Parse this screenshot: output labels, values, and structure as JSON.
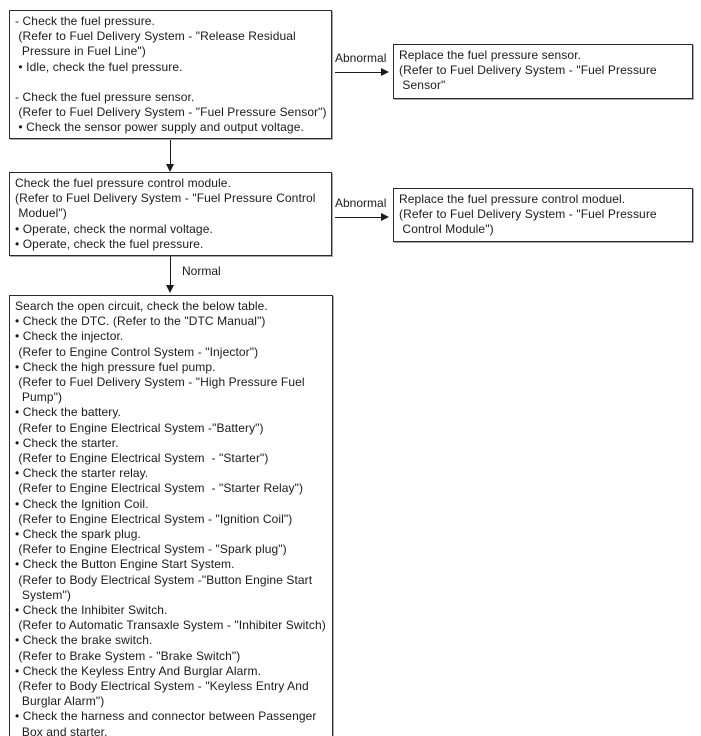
{
  "flowchart": {
    "steps": {
      "step1": {
        "lines": [
          "- Check the fuel pressure.",
          " (Refer to Fuel Delivery System - \"Release Residual",
          "  Pressure in Fuel Line\")",
          " • Idle, check the fuel pressure.",
          "",
          "- Check the fuel pressure sensor.",
          " (Refer to Fuel Delivery System - \"Fuel Pressure Sensor\")",
          " • Check the sensor power supply and output voltage."
        ]
      },
      "step2": {
        "lines": [
          "Check the fuel pressure control module.",
          "(Refer to Fuel Delivery System - \"Fuel Pressure Control",
          " Moduel\")",
          "• Operate, check the normal voltage.",
          "• Operate, check the fuel pressure."
        ]
      },
      "step3": {
        "lines": [
          "Search the open circuit, check the below table.",
          "• Check the DTC. (Refer to the \"DTC Manual\")",
          "• Check the injector.",
          " (Refer to Engine Control System - \"Injector\")",
          "• Check the high pressure fuel pump.",
          " (Refer to Fuel Delivery System - \"High Pressure Fuel",
          "  Pump\")",
          "• Check the battery.",
          " (Refer to Engine Electrical System -\"Battery\")",
          "• Check the starter.",
          " (Refer to Engine Electrical System  - \"Starter\")",
          "• Check the starter relay.",
          " (Refer to Engine Electrical System  - \"Starter Relay\")",
          "• Check the Ignition Coil.",
          " (Refer to Engine Electrical System - \"Ignition Coil\")",
          "• Check the spark plug.",
          " (Refer to Engine Electrical System - \"Spark plug\")",
          "• Check the Button Engine Start System.",
          " (Refer to Body Electrical System -\"Button Engine Start",
          "  System\")",
          "• Check the Inhibiter Switch.",
          " (Refer to Automatic Transaxle System - \"Inhibiter Switch)",
          "• Check the brake switch.",
          " (Refer to Brake System - \"Brake Switch\")",
          "• Check the Keyless Entry And Burglar Alarm.",
          " (Refer to Body Electrical System - \"Keyless Entry And",
          "  Burglar Alarm\")",
          "• Check the harness and connector between Passenger",
          "  Box and starter."
        ]
      }
    },
    "results": {
      "replace_sensor": {
        "lines": [
          "Replace the fuel pressure sensor.",
          "(Refer to Fuel Delivery System - \"Fuel Pressure",
          " Sensor\""
        ]
      },
      "replace_module": {
        "lines": [
          "Replace the fuel pressure control moduel.",
          "(Refer to Fuel Delivery System - \"Fuel Pressure",
          " Control Module\")"
        ]
      }
    },
    "labels": {
      "abnormal1": "Abnormal",
      "abnormal2": "Abnormal",
      "normal": "Normal"
    },
    "colors": {
      "line": "#1a1a1a",
      "border": "#2b2b2b",
      "background": "#ffffff"
    }
  }
}
